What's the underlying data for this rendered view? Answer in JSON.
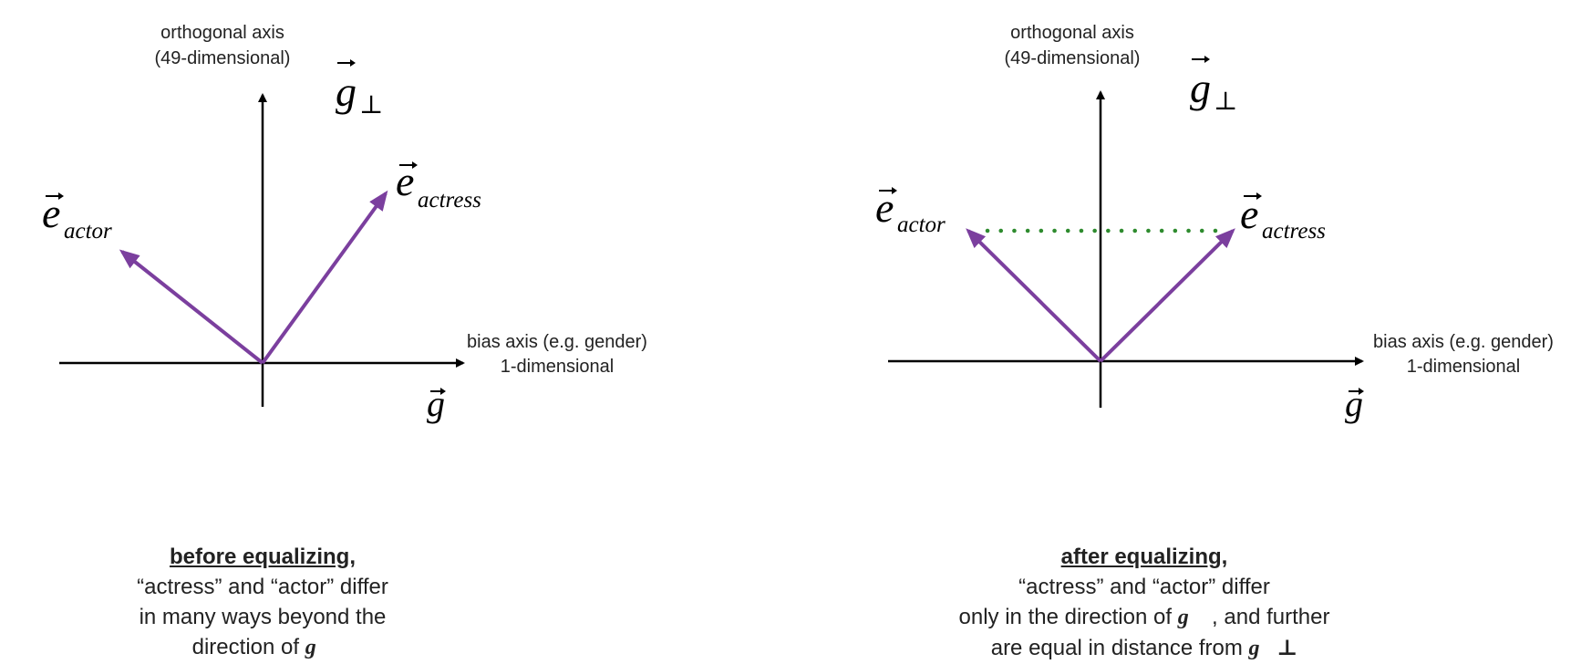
{
  "colors": {
    "vector": "#7B3F9E",
    "axis": "#000000",
    "equal_line": "#2E8B2E"
  },
  "panels": [
    {
      "id": "before",
      "ortho_label_line1": "orthogonal axis",
      "ortho_label_line2": "(49-dimensional)",
      "ortho_symbol": "g",
      "ortho_symbol_sub": "⊥",
      "bias_label_line1": "bias axis (e.g. gender)",
      "bias_label_line2": "1-dimensional",
      "bias_symbol": "g",
      "vec_actor_base": "e",
      "vec_actor_sub": "actor",
      "vec_actress_base": "e",
      "vec_actress_sub": "actress",
      "caption_head": "before equalizing,",
      "caption_line1": "“actress” and “actor” differ",
      "caption_line2": "in many ways beyond the",
      "caption_line3": "direction of",
      "caption_math": "g⃗"
    },
    {
      "id": "after",
      "ortho_label_line1": "orthogonal axis",
      "ortho_label_line2": "(49-dimensional)",
      "ortho_symbol": "g",
      "ortho_symbol_sub": "⊥",
      "bias_label_line1": "bias axis (e.g. gender)",
      "bias_label_line2": "1-dimensional",
      "bias_symbol": "g",
      "vec_actor_base": "e",
      "vec_actor_sub": "actor",
      "vec_actress_base": "e",
      "vec_actress_sub": "actress",
      "caption_head": "after equalizing,",
      "caption_line1": "“actress” and “actor” differ",
      "caption_line2a": "only in the direction of",
      "caption_math2": "g⃗",
      "caption_line2b": ", and further",
      "caption_line3": "are equal in distance from",
      "caption_math3": "g⃗⊥"
    }
  ]
}
